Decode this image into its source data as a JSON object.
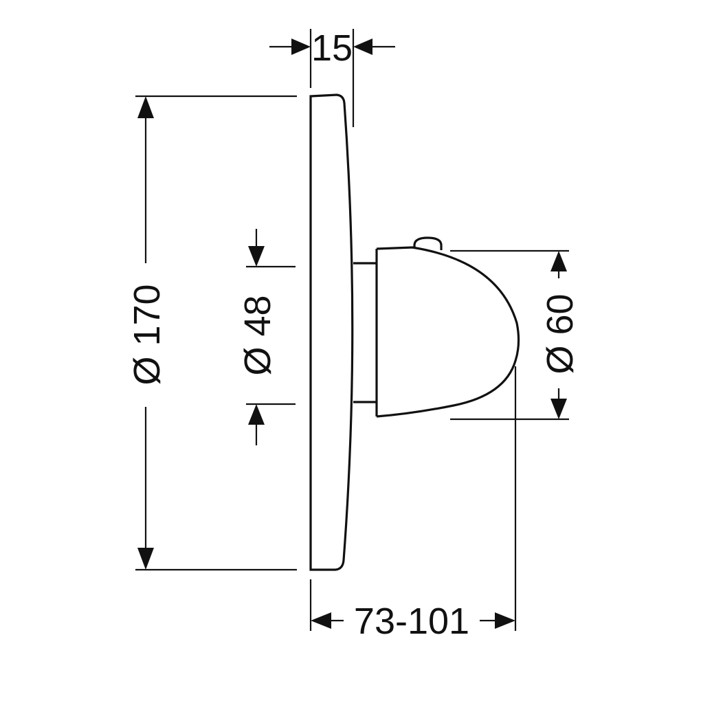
{
  "dimensions": {
    "plate_thickness": "15",
    "plate_diameter": "Ø 170",
    "stem_diameter": "Ø 48",
    "knob_diameter": "Ø 60",
    "projection": "73-101"
  }
}
